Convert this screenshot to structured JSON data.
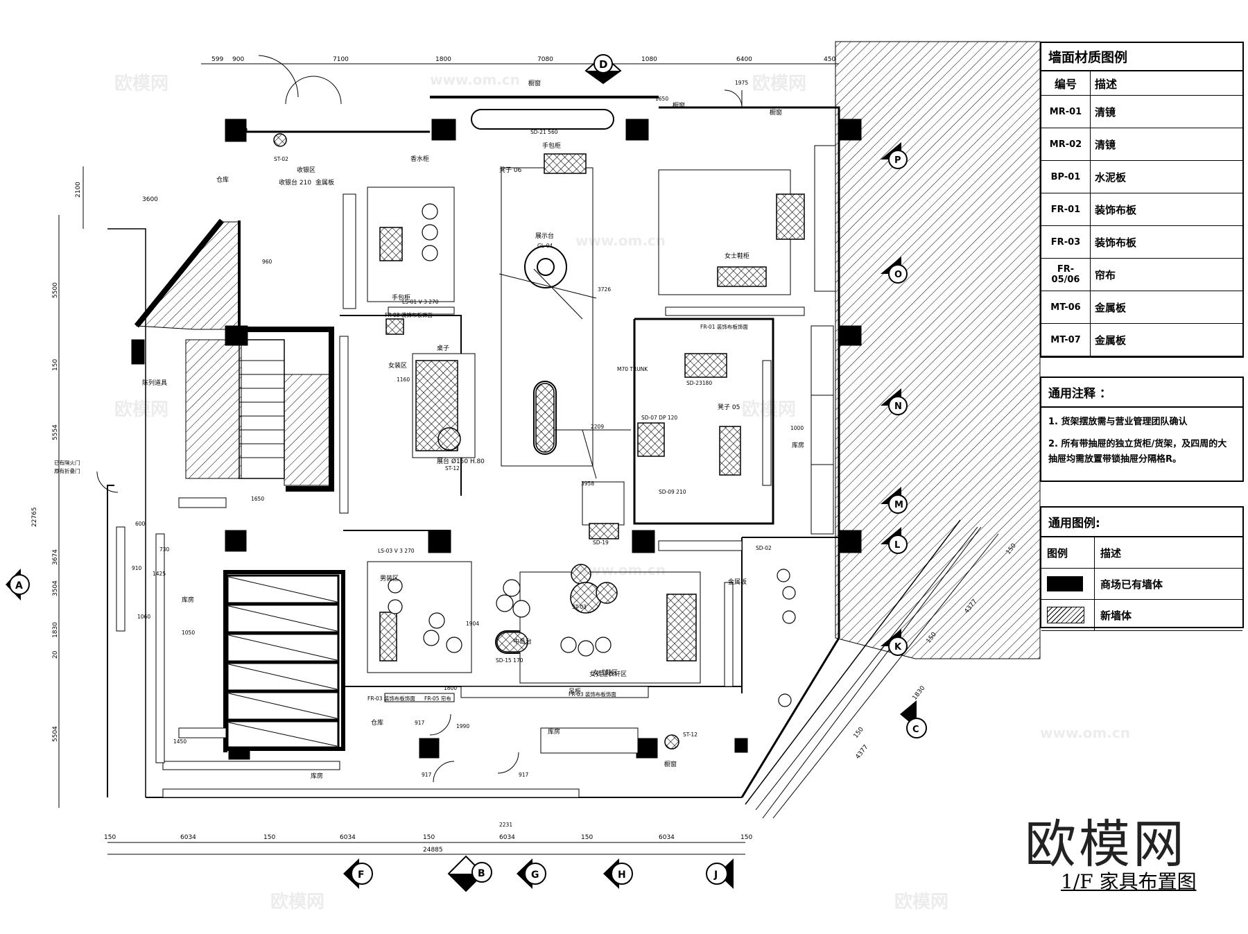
{
  "material_legend": {
    "title": "墙面材质图例",
    "col_code": "编号",
    "col_desc": "描述",
    "rows": [
      {
        "code": "MR-01",
        "desc": "清镜"
      },
      {
        "code": "MR-02",
        "desc": "清镜"
      },
      {
        "code": "BP-01",
        "desc": "水泥板"
      },
      {
        "code": "FR-01",
        "desc": "装饰布板"
      },
      {
        "code": "FR-03",
        "desc": "装饰布板"
      },
      {
        "code": "FR-05/06",
        "desc": "帘布"
      },
      {
        "code": "MT-06",
        "desc": "金属板"
      },
      {
        "code": "MT-07",
        "desc": "金属板"
      }
    ]
  },
  "notes": {
    "title": "通用注释 ：",
    "items": [
      "1. 货架摆放需与营业管理团队确认",
      "2. 所有带抽屉的独立货柜/货架，及四周的大抽屉均需放置带锁抽屉分隔格R。"
    ]
  },
  "general_legend": {
    "title": "通用图例:",
    "col_symbol": "图例",
    "col_desc": "描述",
    "rows": [
      {
        "symbol": "solid",
        "desc": "商场已有墙体"
      },
      {
        "symbol": "hatch",
        "desc": "新墙体"
      }
    ]
  },
  "brand": "欧模网",
  "drawing_title": "1/F  家具布置图",
  "watermark": "欧模网",
  "watermark_url": "www.om.cn",
  "colors": {
    "line": "#000000",
    "background": "#ffffff"
  },
  "dimensions": {
    "top": [
      "599",
      "900",
      "7100",
      "1800",
      "7080",
      "1080",
      "6400",
      "450"
    ],
    "bottom": [
      "150",
      "6034",
      "150",
      "6034",
      "150",
      "6034",
      "150",
      "6034",
      "150"
    ],
    "total": "24885",
    "left": [
      "2100",
      "3600",
      "5500",
      "150",
      "5554",
      "22765",
      "3674",
      "3504",
      "1830",
      "20",
      "5504"
    ],
    "right_diag": [
      "4377",
      "4377",
      "1830",
      "150",
      "150",
      "150"
    ]
  },
  "section_markers": {
    "top": "D",
    "bottom": [
      "F",
      "B",
      "G",
      "H",
      "J"
    ],
    "left": "A",
    "right": [
      "P",
      "O",
      "N",
      "M",
      "L",
      "K",
      "C"
    ]
  },
  "room_labels": [
    "收银区",
    "仓库",
    "陈列道具",
    "库房",
    "库房",
    "库房",
    "库房",
    "仓库",
    "橱窗",
    "橱窗",
    "橱窗",
    "橱窗",
    "收银台 210",
    "金属板",
    "女士鞋柜",
    "手包柜",
    "女装区",
    "男装区",
    "女式鞋区",
    "金属板",
    "桌子",
    "展示台",
    "中岛台",
    "吊柜",
    "女式挂衣杆区",
    "香水柜",
    "手包柜",
    "展台 Ø150 H.80",
    "凳子 06",
    "凳子 05"
  ],
  "fixture_labels": [
    "FR-03 装饰布板饰面",
    "FR-01 装饰布板饰面",
    "FR-03 装饰布板饰面",
    "FR-05 帘布",
    "FR-03 装饰布板饰面",
    "LS-01 V 3 270",
    "LS-03 V 3 270",
    "SD-21 560",
    "SD-23180",
    "SD-19",
    "SD-15 170",
    "SD-07 DP 120",
    "SD-09 210",
    "SD-02",
    "M70 TRUNK",
    "ST-02",
    "ST-03",
    "ST-12",
    "GL-04",
    "ST-12",
    "已有隔火门",
    "原有折叠门",
    "1060",
    "1160",
    "2209",
    "3726",
    "1904",
    "1650",
    "910",
    "600",
    "1425",
    "1050",
    "1450",
    "917",
    "917",
    "917",
    "2231",
    "1000",
    "1800",
    "1975",
    "1650",
    "730",
    "1990",
    "3958",
    "960"
  ]
}
